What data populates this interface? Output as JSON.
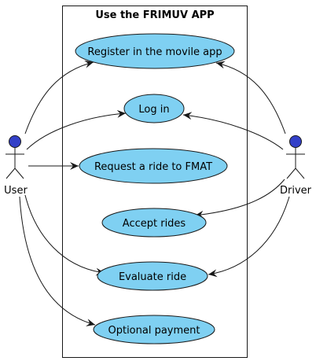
{
  "diagram": {
    "system_title": "Use the FRIMUV APP",
    "actors": [
      {
        "id": "user",
        "label": "User"
      },
      {
        "id": "driver",
        "label": "Driver"
      }
    ],
    "use_cases": [
      {
        "id": "uc1",
        "label": "Register in the movile app"
      },
      {
        "id": "uc2",
        "label": "Log in"
      },
      {
        "id": "uc3",
        "label": "Request a ride to FMAT"
      },
      {
        "id": "uc4",
        "label": "Accept rides"
      },
      {
        "id": "uc5",
        "label": "Evaluate ride"
      },
      {
        "id": "uc6",
        "label": "Optional payment"
      }
    ],
    "associations": [
      {
        "from": "user",
        "to": "uc1"
      },
      {
        "from": "user",
        "to": "uc2"
      },
      {
        "from": "user",
        "to": "uc3"
      },
      {
        "from": "user",
        "to": "uc5"
      },
      {
        "from": "user",
        "to": "uc6"
      },
      {
        "from": "driver",
        "to": "uc1"
      },
      {
        "from": "driver",
        "to": "uc2"
      },
      {
        "from": "driver",
        "to": "uc4"
      },
      {
        "from": "driver",
        "to": "uc5"
      }
    ],
    "colors": {
      "use_case_fill": "#7fd0f2",
      "actor_head": "#3340c8",
      "line": "#181818"
    }
  }
}
